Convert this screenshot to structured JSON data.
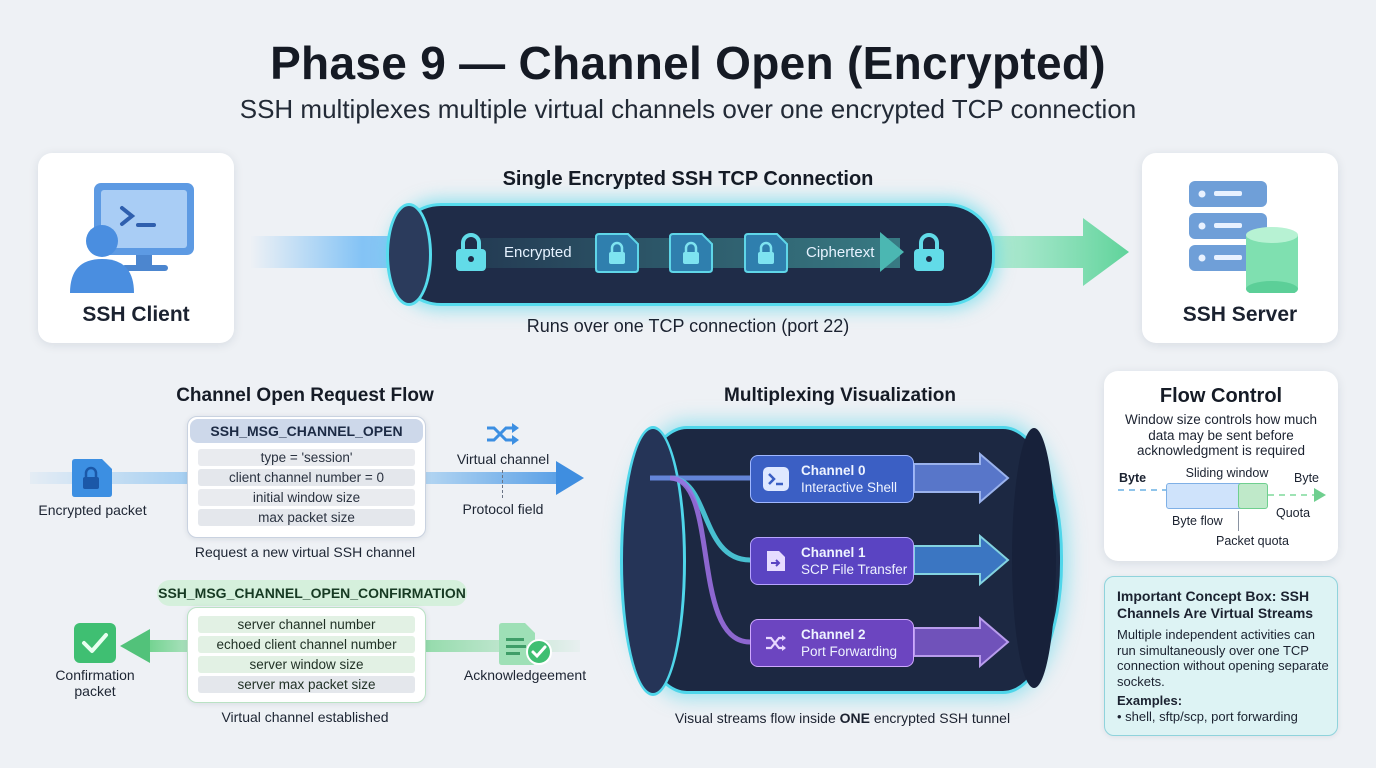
{
  "header": {
    "title": "Phase 9 — Channel Open (Encrypted)",
    "subtitle": "SSH multiplexes multiple virtual channels over one encrypted TCP connection"
  },
  "connection": {
    "client_label": "SSH Client",
    "server_label": "SSH Server",
    "tunnel_title": "Single Encrypted SSH TCP Connection",
    "encrypted_label": "Encrypted",
    "ciphertext_label": "Ciphertext",
    "caption": "Runs over one TCP connection (port 22)"
  },
  "request_flow": {
    "heading": "Channel Open Request Flow",
    "open_msg": "SSH_MSG_CHANNEL_OPEN",
    "open_fields": [
      "type = 'session'",
      "client channel number = 0",
      "initial window size",
      "max packet size"
    ],
    "open_caption": "Request a new virtual SSH channel",
    "encrypted_packet_label": "Encrypted packet",
    "virtual_channel_label": "Virtual channel",
    "protocol_field_label": "Protocol field",
    "confirm_msg": "SSH_MSG_CHANNEL_OPEN_CONFIRMATION",
    "confirm_fields": [
      "server channel number",
      "echoed client channel number",
      "server window size",
      "server max packet size"
    ],
    "confirm_caption": "Virtual channel established",
    "confirmation_packet_label": "Confirmation packet",
    "acknowledgement_label": "Acknowledgeement"
  },
  "multiplexing": {
    "heading": "Multiplexing Visualization",
    "channels": [
      {
        "name": "Channel 0",
        "desc": "Interactive Shell",
        "color": "#3a63c8"
      },
      {
        "name": "Channel 1",
        "desc": "SCP File Transfer",
        "color": "#6a45c8"
      },
      {
        "name": "Channel 2",
        "desc": "Port Forwarding",
        "color": "#7d46c6"
      }
    ],
    "caption_pre": "Visual streams flow inside ",
    "caption_bold": "ONE",
    "caption_post": " encrypted SSH tunnel"
  },
  "flow_control": {
    "heading": "Flow Control",
    "desc": "Window size controls how much data may be sent before acknowledgment is required",
    "byte_left": "Byte",
    "sliding_window": "Sliding window",
    "byte_right": "Byte",
    "byte_flow": "Byte flow",
    "quota": "Quota",
    "packet_quota": "Packet quota"
  },
  "concept_box": {
    "title": "Important Concept Box: SSH Channels Are Virtual Streams",
    "body": "Multiple independent activities can run simultaneously over one TCP connection without opening separate sockets.",
    "examples_label": "Examples:",
    "examples": [
      "shell, sftp/scp, port forwarding"
    ]
  },
  "colors": {
    "tunnel_glow": "#47d6e8",
    "tunnel_body": "#1d2a45",
    "arrow_green": "#5fd39a",
    "request_blue": "#3a7be0",
    "confirm_green": "#52c27a"
  }
}
